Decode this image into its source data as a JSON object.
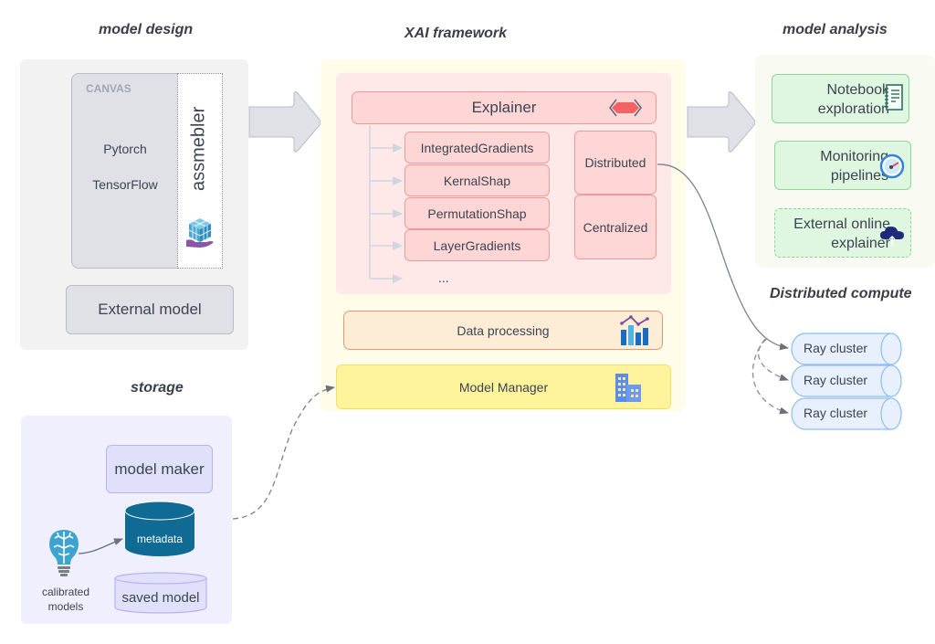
{
  "sections": {
    "model_design": "model design",
    "xai_framework": "XAI framework",
    "model_analysis": "model analysis",
    "distributed_compute": "Distributed compute",
    "storage": "storage"
  },
  "model_design": {
    "canvas_label": "CANVAS",
    "frameworks": [
      "Pytorch",
      "TensorFlow"
    ],
    "assembler_label": "assmebler",
    "external_model": "External model"
  },
  "xai": {
    "explainer": "Explainer",
    "methods": [
      "IntegratedGradients",
      "KernalShap",
      "PermutationShap",
      "LayerGradients"
    ],
    "more": "...",
    "modes": [
      "Distributed",
      "Centralized"
    ],
    "data_processing": "Data processing",
    "model_manager": "Model Manager"
  },
  "model_analysis": {
    "items": [
      {
        "line1": "Notebook",
        "line2": "exploration",
        "icon": "notebook-icon",
        "style": "solid"
      },
      {
        "line1": "Monitoring",
        "line2": "pipelines",
        "icon": "speedometer-icon",
        "style": "solid"
      },
      {
        "line1": "External online",
        "line2": "explainer",
        "icon": "cloud-upload-icon",
        "style": "dashed"
      }
    ]
  },
  "distributed_compute": {
    "clusters": [
      "Ray cluster",
      "Ray cluster",
      "Ray cluster"
    ]
  },
  "storage": {
    "model_maker": "model maker",
    "metadata": "metadata",
    "saved_model": "saved model",
    "calibrated_models": "calibrated models"
  },
  "colors": {
    "explainer_fill": "#ffd6d6",
    "explainer_border": "#f29a9a",
    "xai_panel": "#fffde9",
    "analysis_fill": "#dff6e0",
    "analysis_border": "#8ed69a",
    "ray_fill": "#e8f0fd",
    "ray_border": "#8fbdf2",
    "metadata_fill": "#0f6a94",
    "storage_fill": "#e1e0fb",
    "model_manager_fill": "#fff39c",
    "data_processing_fill": "#fdecd6"
  }
}
